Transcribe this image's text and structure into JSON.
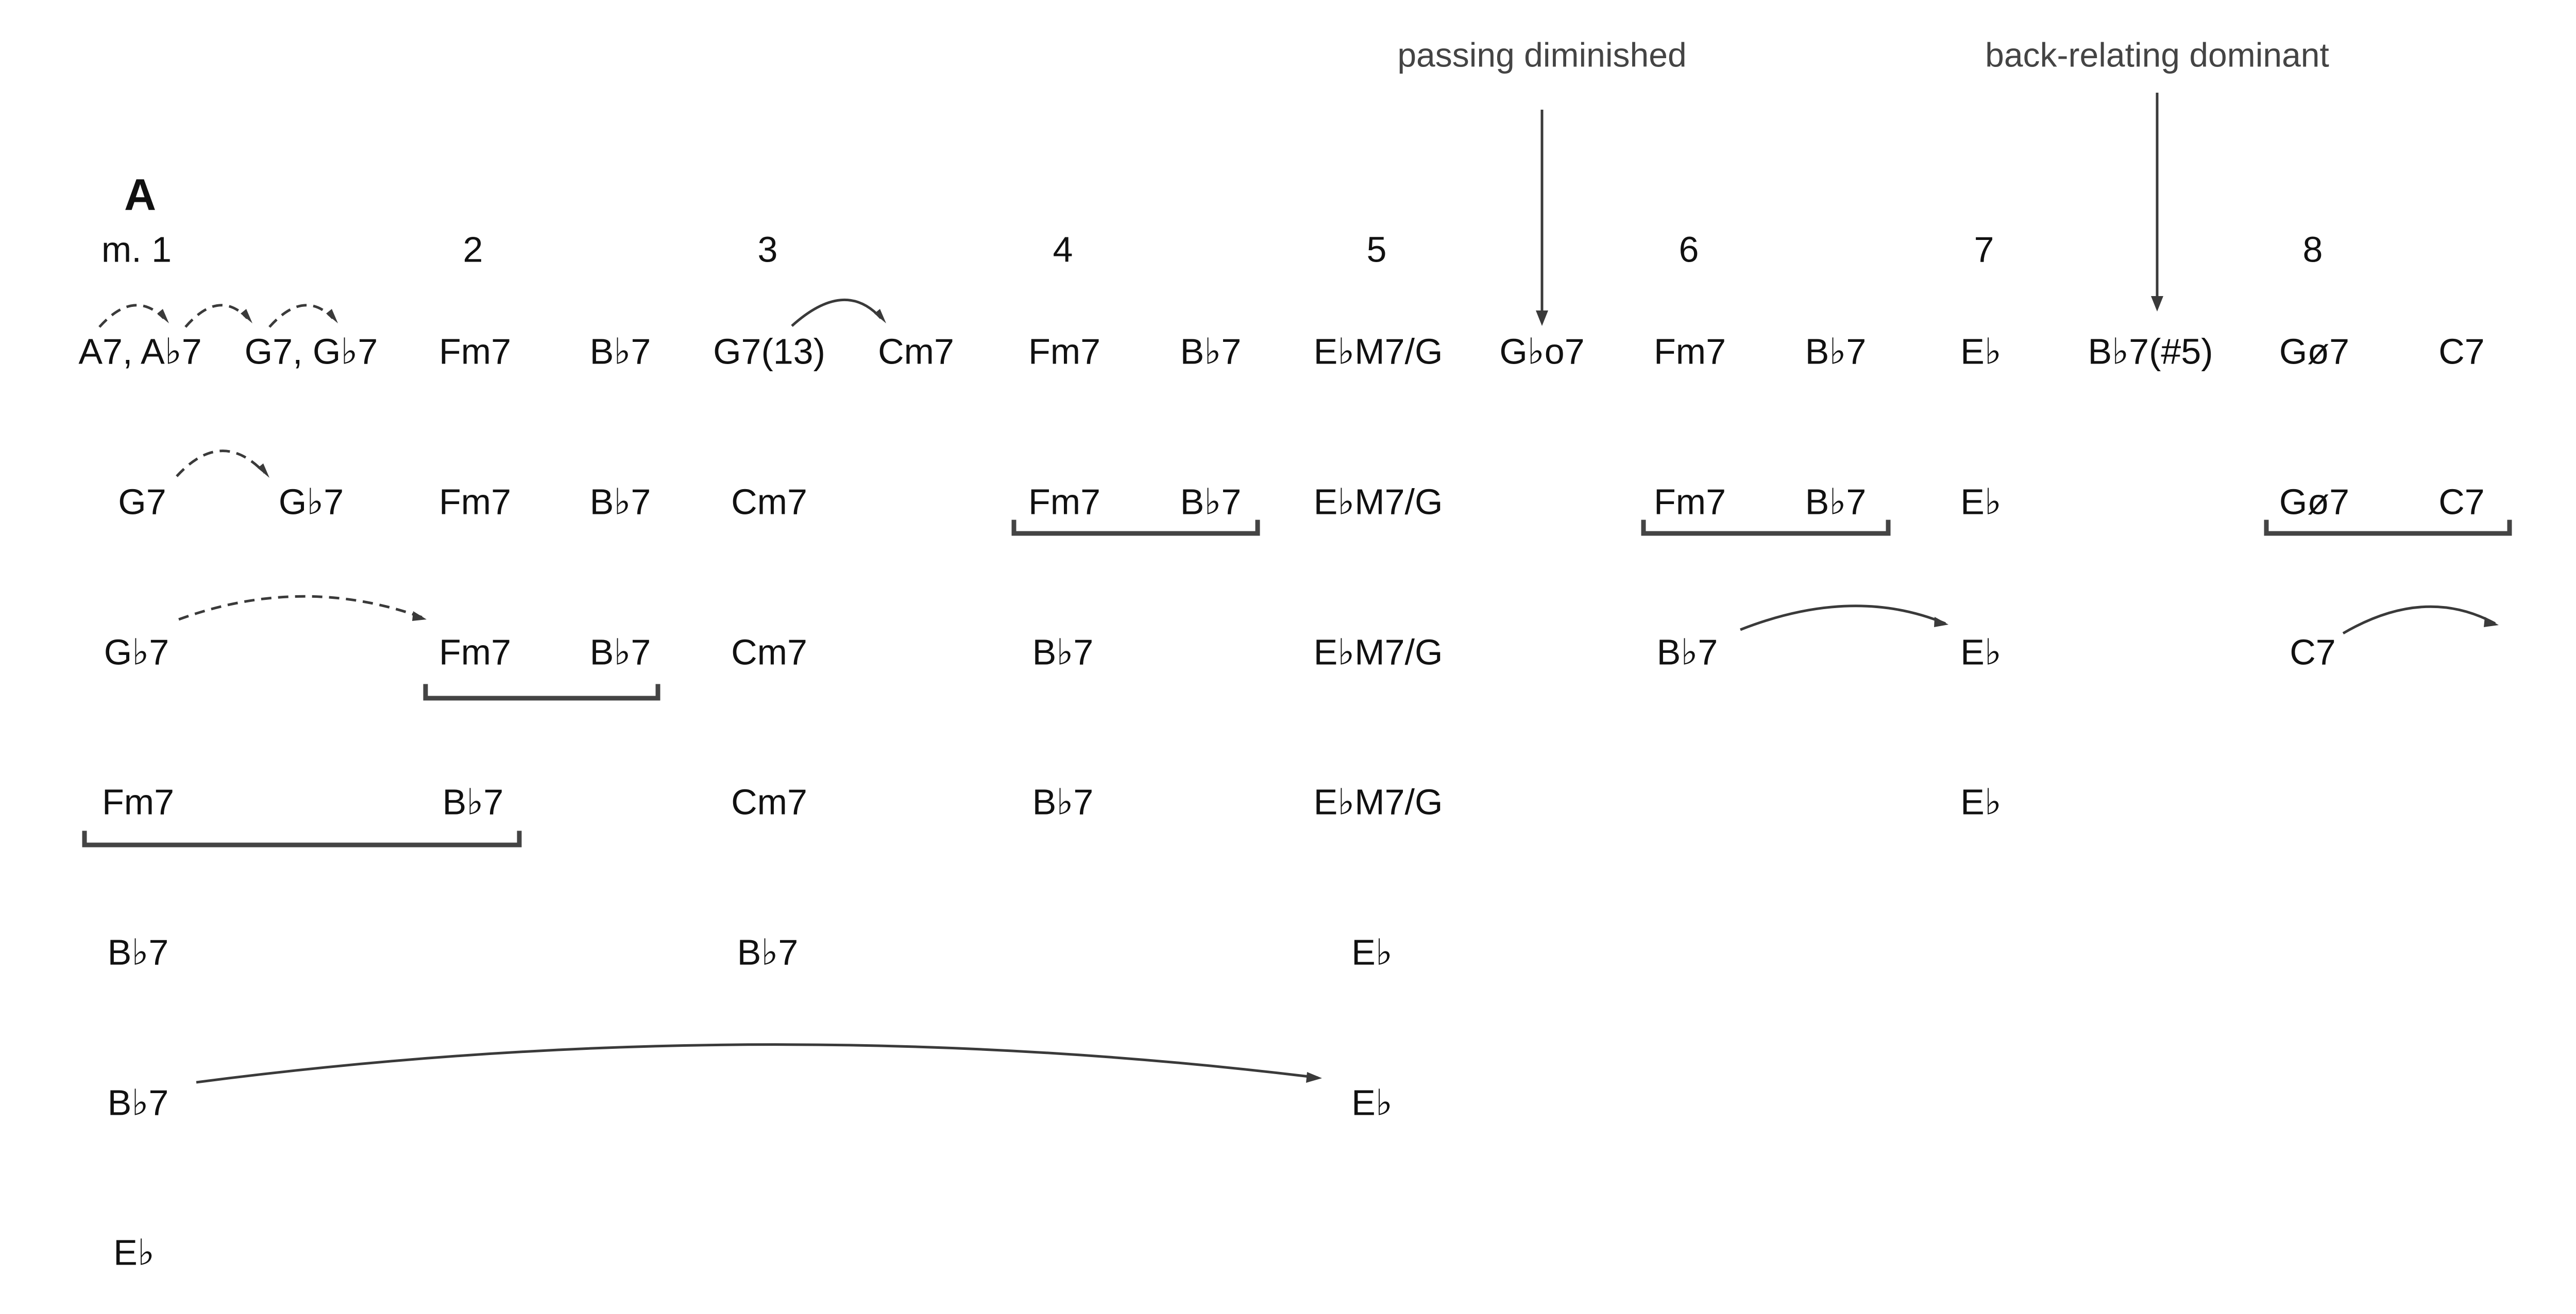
{
  "section_label": "A",
  "measure_labels": [
    "m. 1",
    "2",
    "3",
    "4",
    "5",
    "6",
    "7",
    "8"
  ],
  "annotations": {
    "passing": "passing diminished",
    "back_relating": "back-relating dominant"
  },
  "rows": [
    [
      "A7, A♭7",
      "G7, G♭7",
      "Fm7",
      "B♭7",
      "G7(13)",
      "Cm7",
      "Fm7",
      "B♭7",
      "E♭M7/G",
      "G♭o7",
      "Fm7",
      "B♭7",
      "E♭",
      "B♭7(#5)",
      "Gø7",
      "C7"
    ],
    [
      "G7",
      "G♭7",
      "Fm7",
      "B♭7",
      "Cm7",
      "Fm7",
      "B♭7",
      "E♭M7/G",
      "Fm7",
      "B♭7",
      "E♭",
      "Gø7",
      "C7"
    ],
    [
      "G♭7",
      "Fm7",
      "B♭7",
      "Cm7",
      "B♭7",
      "E♭M7/G",
      "B♭7",
      "E♭",
      "C7"
    ],
    [
      "Fm7",
      "B♭7",
      "Cm7",
      "B♭7",
      "E♭M7/G",
      "E♭"
    ],
    [
      "B♭7",
      "B♭7",
      "E♭"
    ],
    [
      "B♭7",
      "E♭"
    ],
    [
      "E♭"
    ]
  ]
}
